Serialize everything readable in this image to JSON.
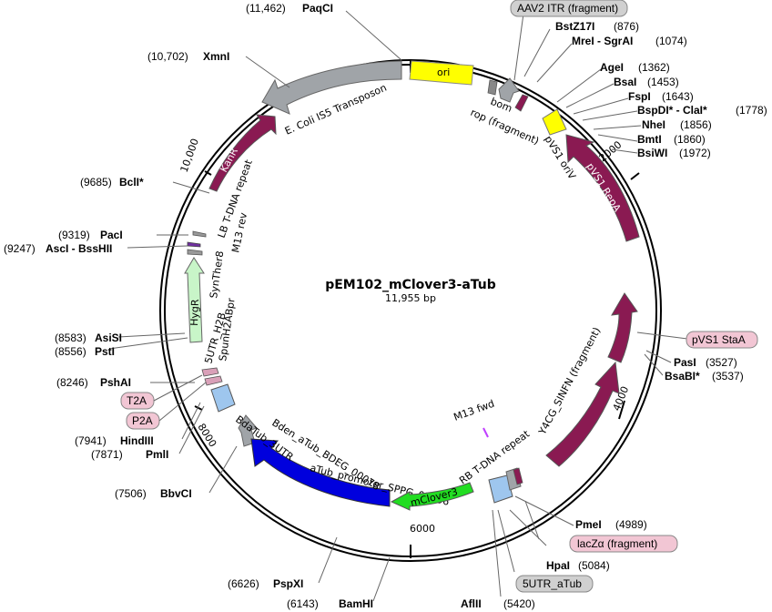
{
  "map": {
    "name": "pEM102_mClover3-aTub",
    "size": "11,955 bp"
  },
  "ticks": [
    "2000",
    "4000",
    "6000",
    "8000",
    "10,000"
  ],
  "sites_right": [
    {
      "name": "BstZ17I",
      "pos": "(876)"
    },
    {
      "name": "MreI - SgrAI",
      "pos": "(1074)"
    },
    {
      "name": "AgeI",
      "pos": "(1362)"
    },
    {
      "name": "BsaI",
      "pos": "(1453)"
    },
    {
      "name": "FspI",
      "pos": "(1643)"
    },
    {
      "name": "BspDI* - ClaI*",
      "pos": "(1778)"
    },
    {
      "name": "NheI",
      "pos": "(1856)"
    },
    {
      "name": "BmtI",
      "pos": "(1860)"
    },
    {
      "name": "BsiWI",
      "pos": "(1972)"
    },
    {
      "name": "PasI",
      "pos": "(3527)"
    },
    {
      "name": "BsaBI*",
      "pos": "(3537)"
    },
    {
      "name": "PmeI",
      "pos": "(4989)"
    },
    {
      "name": "HpaI",
      "pos": "(5084)"
    }
  ],
  "sites_left": [
    {
      "name": "PaqCI",
      "pos": "(11,462)"
    },
    {
      "name": "XmnI",
      "pos": "(10,702)"
    },
    {
      "name": "BclI*",
      "pos": "(9685)"
    },
    {
      "name": "PacI",
      "pos": "(9319)"
    },
    {
      "name": "AscI - BssHII",
      "pos": "(9247)"
    },
    {
      "name": "AsiSI",
      "pos": "(8583)"
    },
    {
      "name": "PstI",
      "pos": "(8556)"
    },
    {
      "name": "PshAI",
      "pos": "(8246)"
    },
    {
      "name": "HindIII",
      "pos": "(7941)"
    },
    {
      "name": "PmlI",
      "pos": "(7871)"
    },
    {
      "name": "BbvCI",
      "pos": "(7506)"
    },
    {
      "name": "PspXI",
      "pos": "(6626)"
    },
    {
      "name": "BamHI",
      "pos": "(6143)"
    },
    {
      "name": "AflII",
      "pos": "(5420)"
    }
  ],
  "boxed": {
    "aav2": "AAV2 ITR (fragment)",
    "pvs1_stab": "pVS1 StaA",
    "lacz": "lacZα (fragment)",
    "utr_atub": "5UTR_aTub",
    "t2a": "T2A",
    "p2a": "P2A"
  },
  "features": {
    "ori": "ori",
    "is5": "E. Coli IS5 Transposon",
    "kanr": "KanR",
    "lb": "LB T-DNA repeat",
    "m13rev": "M13 rev",
    "synther8": "SynTher8",
    "hygr": "HygR",
    "spunh2abpr": "SpunH2ABpr",
    "utr_h2b": "5UTR_H2B",
    "bdatub": "BdaTub_3UTR",
    "bden": "Bden_aTub_BDEG_00078",
    "atub_promoter": "aTub_promoter_SPPG_05136",
    "mclover3": "mClover3",
    "rb": "RB T-DNA repeat",
    "m13fwd": "M13 fwd",
    "y4cg": "Y4CG_SINFN (fragment)",
    "pvs1repa": "pVS1 RepA",
    "pvs1oriv": "pVS1 oriV",
    "bom": "bom",
    "rop": "rop (fragment)"
  }
}
